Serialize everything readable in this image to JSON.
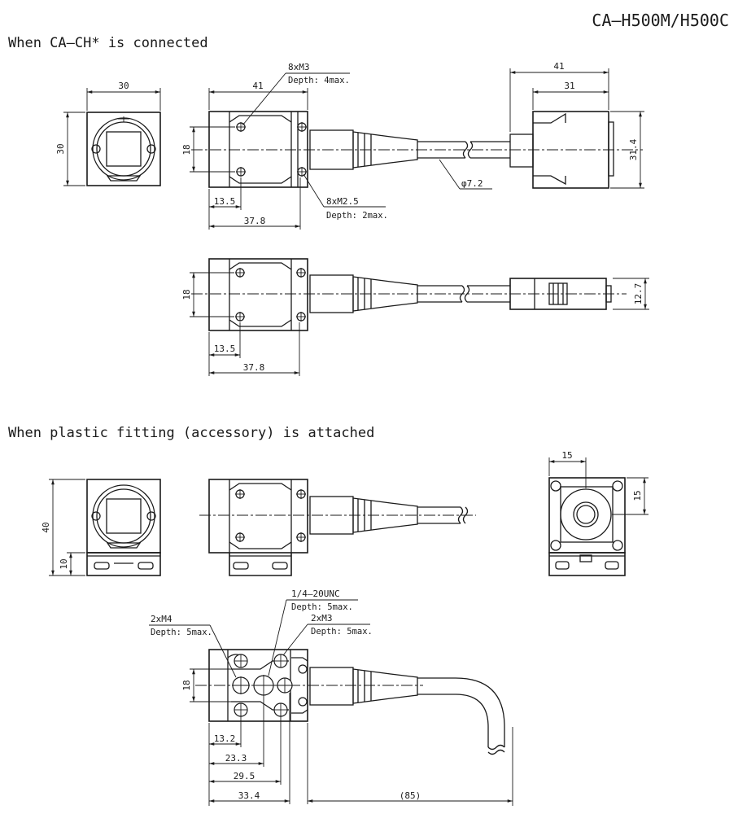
{
  "header": {
    "model": "CA–H500M/H500C"
  },
  "sections": {
    "connected": "When CA–CH* is connected",
    "plastic": "When plastic fitting (accessory) is attached"
  },
  "dims": {
    "front_width": "30",
    "front_height": "30",
    "body_length": "41",
    "connector_length": "41",
    "connector_body": "31",
    "connector_height": "31.4",
    "top_height": "18",
    "offset_13_5": "13.5",
    "length_37_8": "37.8",
    "cable_diameter": "φ7.2",
    "side_height": "18",
    "side_offset": "13.5",
    "side_length": "37.8",
    "connector_thickness": "12.7",
    "fitting_height": "40",
    "fitting_base": "10",
    "rear_width": "15",
    "rear_height": "15",
    "bottom_height": "18",
    "bottom_13_2": "13.2",
    "bottom_23_3": "23.3",
    "bottom_29_5": "29.5",
    "bottom_33_4": "33.4",
    "bottom_85": "(85)"
  },
  "notes": {
    "m3_top": "8xM3",
    "m3_top_depth": "Depth: 4max.",
    "m25": "8xM2.5",
    "m25_depth": "Depth: 2max.",
    "m4": "2xM4",
    "m4_depth": "Depth: 5max.",
    "unc": "1/4–20UNC",
    "unc_depth": "Depth: 5max.",
    "m3_bottom": "2xM3",
    "m3_bottom_depth": "Depth: 5max."
  }
}
